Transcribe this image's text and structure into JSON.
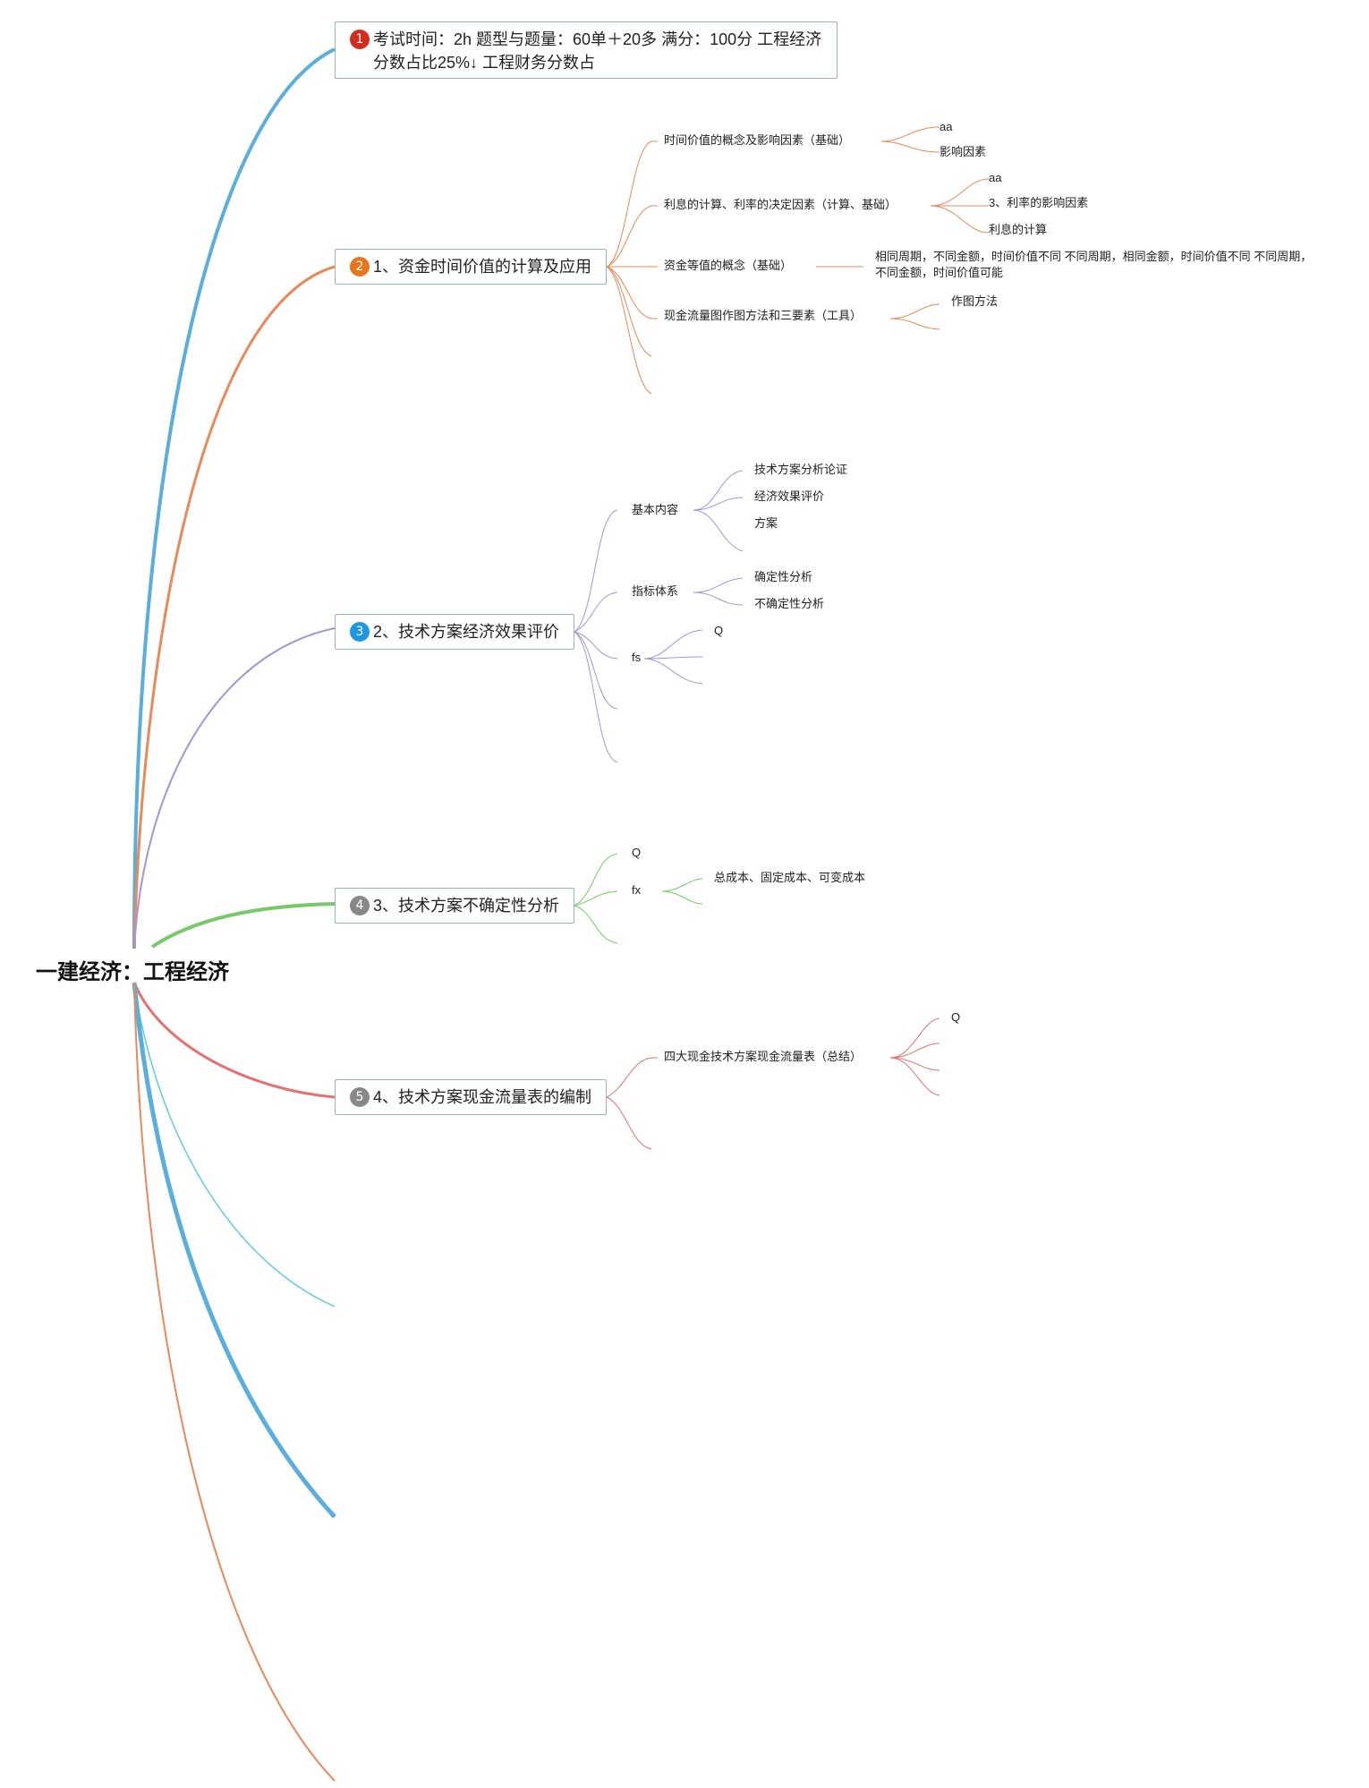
{
  "root": {
    "title": "一建经济：工程经济"
  },
  "colors": {
    "blue": "#5aaedb",
    "orange": "#e8895a",
    "purple": "#a595d8",
    "green": "#78c96a",
    "red": "#e37272",
    "teal": "#62cfcf",
    "border": "#9bb3b3",
    "badge_red": "#d42b1e",
    "badge_orange": "#e8741c",
    "badge_blue": "#1e96e0",
    "badge_gray": "#888888"
  },
  "topics": [
    {
      "number": "1",
      "label": "考试时间：2h 题型与题量：60单＋20多 满分：100分 工程经济分数占比25%↓ 工程财务分数占"
    },
    {
      "number": "2",
      "label": "1、资金时间价值的计算及应用"
    },
    {
      "number": "3",
      "label": "2、技术方案经济效果评价"
    },
    {
      "number": "4",
      "label": "3、技术方案不确定性分析"
    },
    {
      "number": "5",
      "label": "4、技术方案现金流量表的编制"
    }
  ],
  "t2": {
    "c1": "时间价值的概念及影响因素（基础）",
    "c1_children": [
      "aa",
      "影响因素"
    ],
    "c2": "利息的计算、利率的决定因素（计算、基础）",
    "c2_children": [
      "aa",
      "3、利率的影响因素",
      "利息的计算"
    ],
    "c3": "资金等值的概念（基础）",
    "c3_child": "相同周期，不同金额，时间价值不同 不同周期，相同金额，时间价值不同 不同周期，不同金额，时间价值可能",
    "c4": "现金流量图作图方法和三要素（工具）",
    "c4_child": "作图方法"
  },
  "t3": {
    "c1": "基本内容",
    "c1_children": [
      "技术方案分析论证",
      "经济效果评价",
      "方案"
    ],
    "c2": "指标体系",
    "c2_children": [
      "确定性分析",
      "不确定性分析"
    ],
    "c3": "fs",
    "c3_child": "Q"
  },
  "t4": {
    "c1": "Q",
    "c2": "fx",
    "c2_child": "总成本、固定成本、可变成本"
  },
  "t5": {
    "c1": "四大现金技术方案现金流量表（总结）",
    "c1_child": "Q"
  }
}
